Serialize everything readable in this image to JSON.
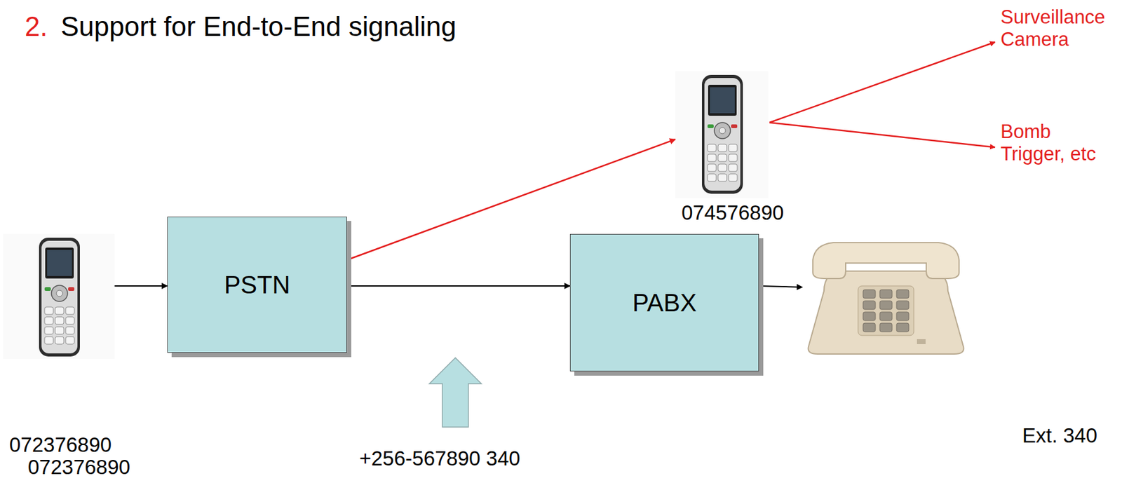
{
  "diagram": {
    "nodes": [
      {
        "text": [
          "072376890",
          "072376890"
        ]
      },
      {
        "text": [
          "PSTN"
        ]
      },
      {
        "text": [
          "074576890"
        ]
      },
      {
        "text": [
          "PABX"
        ]
      },
      {
        "text": [
          "Ext. 340"
        ]
      }
    ],
    "edges": [
      {
        "from": 0,
        "to": 1,
        "arrow": "to"
      },
      {
        "from": 1,
        "to": 2,
        "arrow": "to"
      },
      {
        "from": 1,
        "to": 3,
        "arrow": "to"
      },
      {
        "from": 3,
        "to": 4,
        "arrow": "to"
      }
    ],
    "labels": [
      "2.",
      "Support for End-to-End signaling",
      "Surveillance Camera",
      "Bomb Trigger, etc",
      "+256-567890 340"
    ]
  }
}
